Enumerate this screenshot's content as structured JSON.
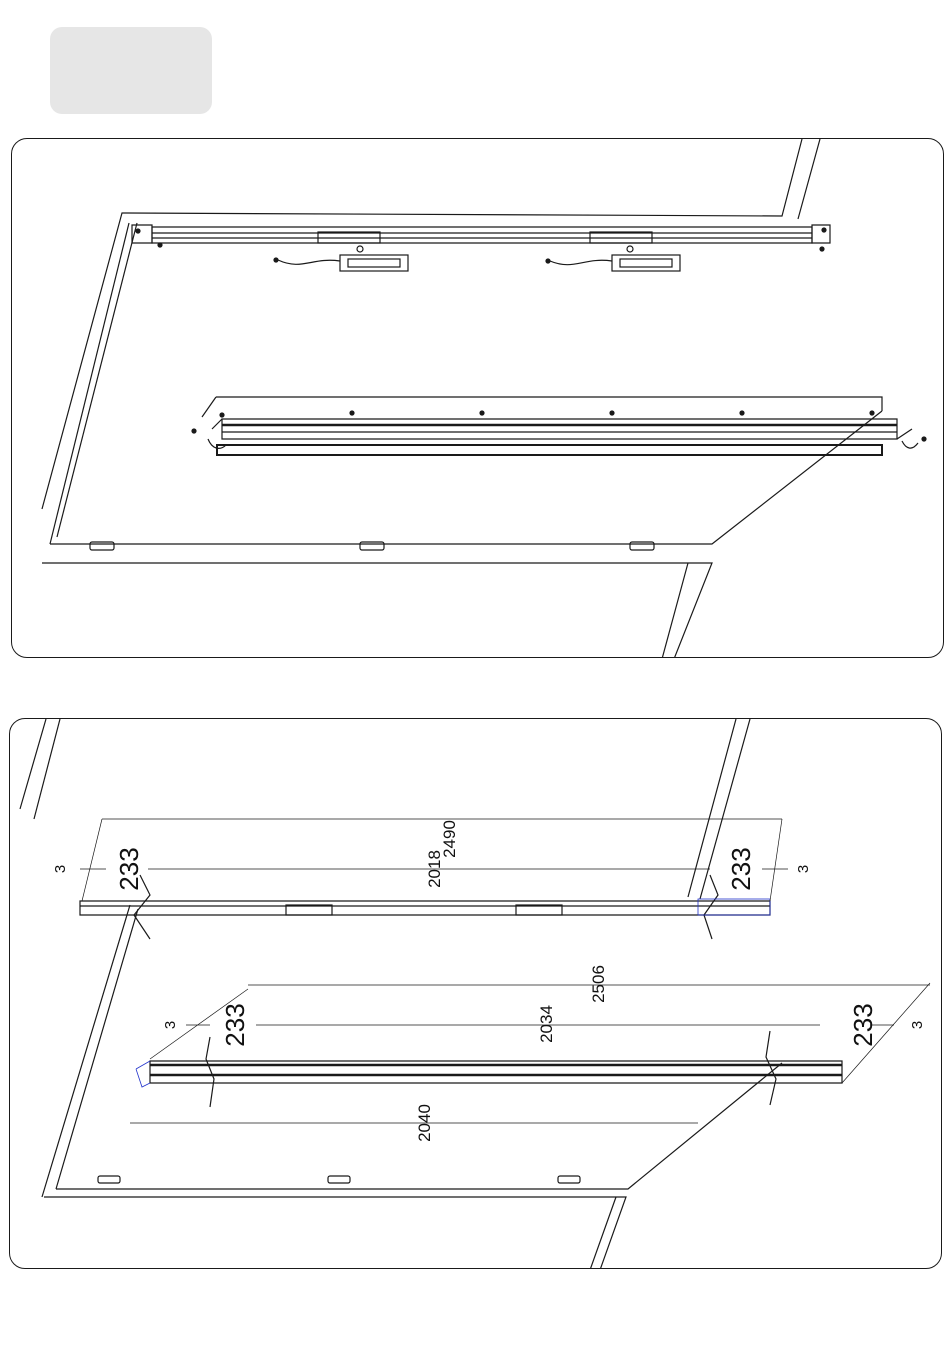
{
  "step_badge": {
    "label": ""
  },
  "dimensions": {
    "top_rail": {
      "overall": "2490",
      "inner": "2018",
      "offset_left": "233",
      "offset_right": "233",
      "gap_left": "3",
      "gap_right": "3"
    },
    "bottom_rail": {
      "overall": "2506",
      "inner": "2034",
      "offset_left": "233",
      "offset_right": "233",
      "gap_left": "3",
      "gap_right": "3"
    },
    "door_width": "2040"
  }
}
